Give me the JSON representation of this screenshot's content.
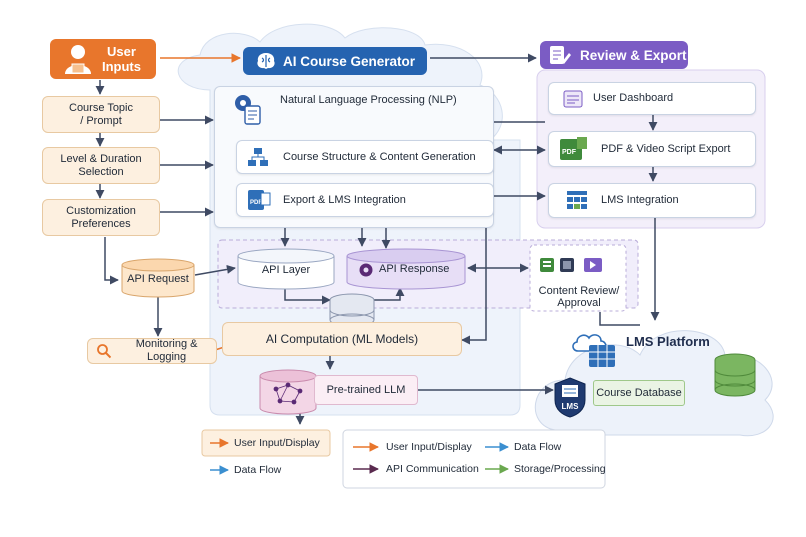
{
  "user_inputs": {
    "title_line1": "User",
    "title_line2": "Inputs",
    "items": [
      "Course Topic\n/ Prompt",
      "Level & Duration\nSelection",
      "Customization\nPreferences"
    ]
  },
  "generator": {
    "title": "AI Course Generator",
    "nlp": "Natural Language Processing (NLP)",
    "structure": "Course Structure & Content Generation",
    "export": "Export & LMS Integration",
    "api_layer": "API Layer",
    "api_response": "API Response",
    "computation": "AI Computation (ML Models)",
    "llm": "Pre-trained LLM"
  },
  "left_nodes": {
    "api_request": "API Request",
    "monitoring": "Monitoring & Logging"
  },
  "review": {
    "title": "Review & Export",
    "dashboard": "User Dashboard",
    "pdf": "PDF & Video Script Export",
    "lms": "LMS Integration",
    "content_review": "Content Review/\nApproval"
  },
  "lms_platform": {
    "title": "LMS Platform",
    "database": "Course Database",
    "badge": "LMS"
  },
  "icon_text": {
    "pdf": "PDF"
  },
  "legend_small": {
    "user_input": "User Input/Display",
    "data_flow": "Data Flow"
  },
  "legend": {
    "user_input": "User Input/Display",
    "data_flow": "Data Flow",
    "api": "API Communication",
    "storage": "Storage/Processing"
  },
  "colors": {
    "orange": "#e8762c",
    "blue": "#2563b0",
    "purple": "#7b5cc4",
    "arrow": "#3f4a63",
    "data_flow": "#3b8fd0",
    "api": "#5a2a4f",
    "storage": "#6aa84f"
  }
}
